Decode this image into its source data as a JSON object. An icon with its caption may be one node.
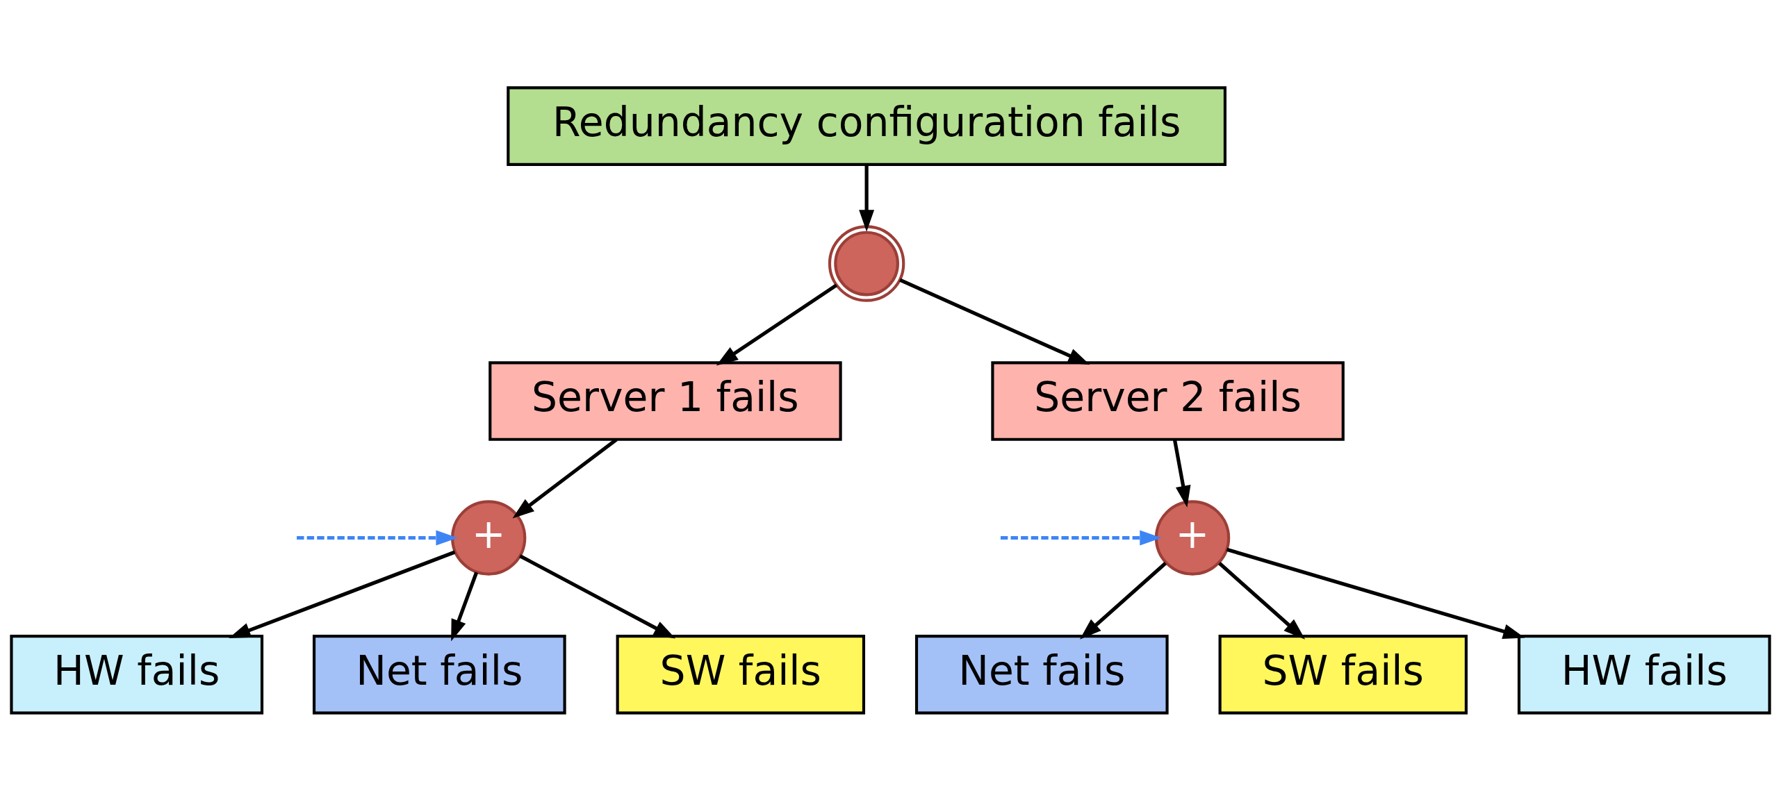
{
  "diagram": {
    "nodes": [
      {
        "text": [
          "Redundancy configuration fails"
        ]
      },
      {
        "text": [],
        "shape": "gate"
      },
      {
        "text": [
          "Server 1 fails"
        ]
      },
      {
        "text": [
          "Server 2 fails"
        ]
      },
      {
        "text": [
          "+"
        ]
      },
      {
        "text": [
          "+"
        ]
      },
      {
        "text": [
          "HW fails"
        ]
      },
      {
        "text": [
          "Net fails"
        ]
      },
      {
        "text": [
          "SW fails"
        ]
      },
      {
        "text": [
          "Net fails"
        ]
      },
      {
        "text": [
          "SW fails"
        ]
      },
      {
        "text": [
          "HW fails"
        ]
      }
    ],
    "edges": [
      {
        "from": 0,
        "to": 1,
        "arrow": "to"
      },
      {
        "from": 1,
        "to": 2,
        "arrow": "to"
      },
      {
        "from": 1,
        "to": 3,
        "arrow": "to"
      },
      {
        "from": 2,
        "to": 4,
        "arrow": "to"
      },
      {
        "from": 3,
        "to": 5,
        "arrow": "to"
      },
      {
        "from": 4,
        "to": 6,
        "arrow": "to"
      },
      {
        "from": 4,
        "to": 7,
        "arrow": "to"
      },
      {
        "from": 4,
        "to": 8,
        "arrow": "to"
      },
      {
        "from": 5,
        "to": 9,
        "arrow": "to"
      },
      {
        "from": 5,
        "to": 10,
        "arrow": "to"
      },
      {
        "from": 5,
        "to": 11,
        "arrow": "to"
      },
      {
        "from": null,
        "to": 4,
        "arrow": "to",
        "style": "dashed",
        "color": "#3d85f5"
      },
      {
        "from": null,
        "to": 5,
        "arrow": "to",
        "style": "dashed",
        "color": "#3d85f5"
      }
    ]
  }
}
